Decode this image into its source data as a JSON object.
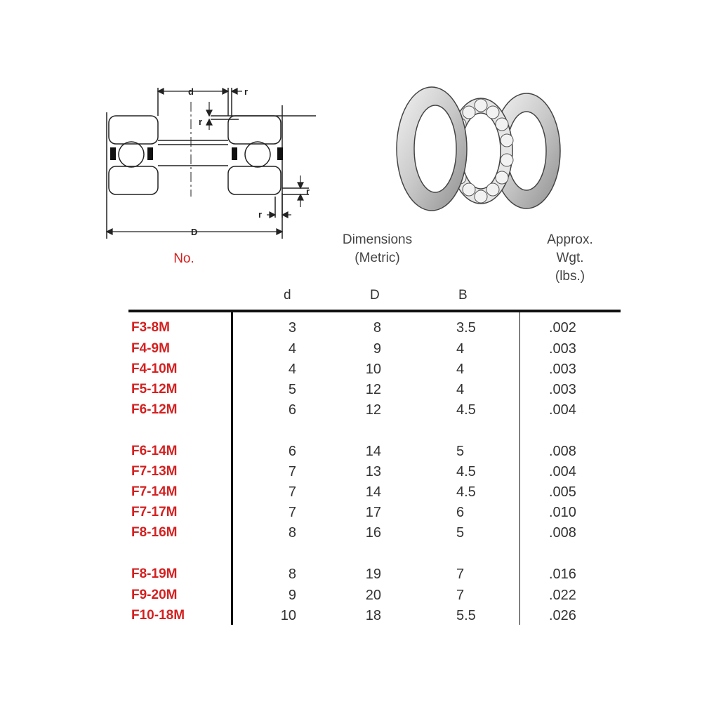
{
  "header": {
    "no_label": "No.",
    "dimensions_line1": "Dimensions",
    "dimensions_line2": "(Metric)",
    "weight_line1": "Approx.",
    "weight_line2": "Wgt.",
    "weight_line3": "(lbs.)",
    "col_d": "d",
    "col_D": "D",
    "col_B": "B"
  },
  "diagram_labels": {
    "d": "d",
    "D": "D",
    "r": "r"
  },
  "colors": {
    "part_number": "#d42020",
    "text": "#333333",
    "rule": "#111111"
  },
  "rows": [
    {
      "no": "F3-8M",
      "d": "3",
      "D": "8",
      "B": "3.5",
      "wgt": ".002"
    },
    {
      "no": "F4-9M",
      "d": "4",
      "D": "9",
      "B": "4",
      "wgt": ".003"
    },
    {
      "no": "F4-10M",
      "d": "4",
      "D": "10",
      "B": "4",
      "wgt": ".003"
    },
    {
      "no": "F5-12M",
      "d": "5",
      "D": "12",
      "B": "4",
      "wgt": ".003"
    },
    {
      "no": "F6-12M",
      "d": "6",
      "D": "12",
      "B": "4.5",
      "wgt": ".004"
    },
    {
      "no": "F6-14M",
      "d": "6",
      "D": "14",
      "B": "5",
      "wgt": ".008"
    },
    {
      "no": "F7-13M",
      "d": "7",
      "D": "13",
      "B": "4.5",
      "wgt": ".004"
    },
    {
      "no": "F7-14M",
      "d": "7",
      "D": "14",
      "B": "4.5",
      "wgt": ".005"
    },
    {
      "no": "F7-17M",
      "d": "7",
      "D": "17",
      "B": "6",
      "wgt": ".010"
    },
    {
      "no": "F8-16M",
      "d": "8",
      "D": "16",
      "B": "5",
      "wgt": ".008"
    },
    {
      "no": "F8-19M",
      "d": "8",
      "D": "19",
      "B": "7",
      "wgt": ".016"
    },
    {
      "no": "F9-20M",
      "d": "9",
      "D": "20",
      "B": "7",
      "wgt": ".022"
    },
    {
      "no": "F10-18M",
      "d": "10",
      "D": "18",
      "B": "5.5",
      "wgt": ".026"
    }
  ]
}
